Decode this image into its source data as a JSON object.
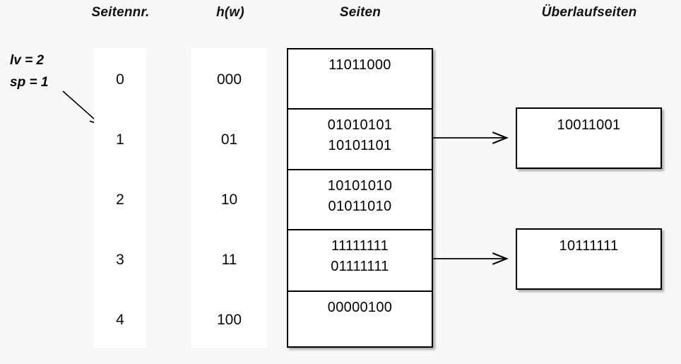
{
  "diagram": {
    "title_columns": {
      "seitennr": "Seitennr.",
      "hw": "h(w)",
      "seiten": "Seiten",
      "ueberlaufseiten": "Überlaufseiten"
    },
    "parameters": {
      "lv": "lv = 2",
      "sp": "sp = 1"
    },
    "rows": [
      {
        "seitennr": "0",
        "hw": "000"
      },
      {
        "seitennr": "1",
        "hw": "01"
      },
      {
        "seitennr": "2",
        "hw": "10"
      },
      {
        "seitennr": "3",
        "hw": "11"
      },
      {
        "seitennr": "4",
        "hw": "100"
      }
    ],
    "pages": [
      {
        "records": [
          "11011000"
        ]
      },
      {
        "records": [
          "01010101",
          "10101101"
        ]
      },
      {
        "records": [
          "10101010",
          "01011010"
        ]
      },
      {
        "records": [
          "11111111",
          "01111111"
        ]
      },
      {
        "records": [
          "00000100"
        ]
      }
    ],
    "overflow_pages": [
      {
        "records": [
          "10011001"
        ],
        "from_page": 1
      },
      {
        "records": [
          "10111111"
        ],
        "from_page": 3
      }
    ],
    "colors": {
      "background": "#f8f8f8",
      "box_fill": "#ffffff",
      "stroke": "#000000",
      "text": "#000000"
    }
  }
}
